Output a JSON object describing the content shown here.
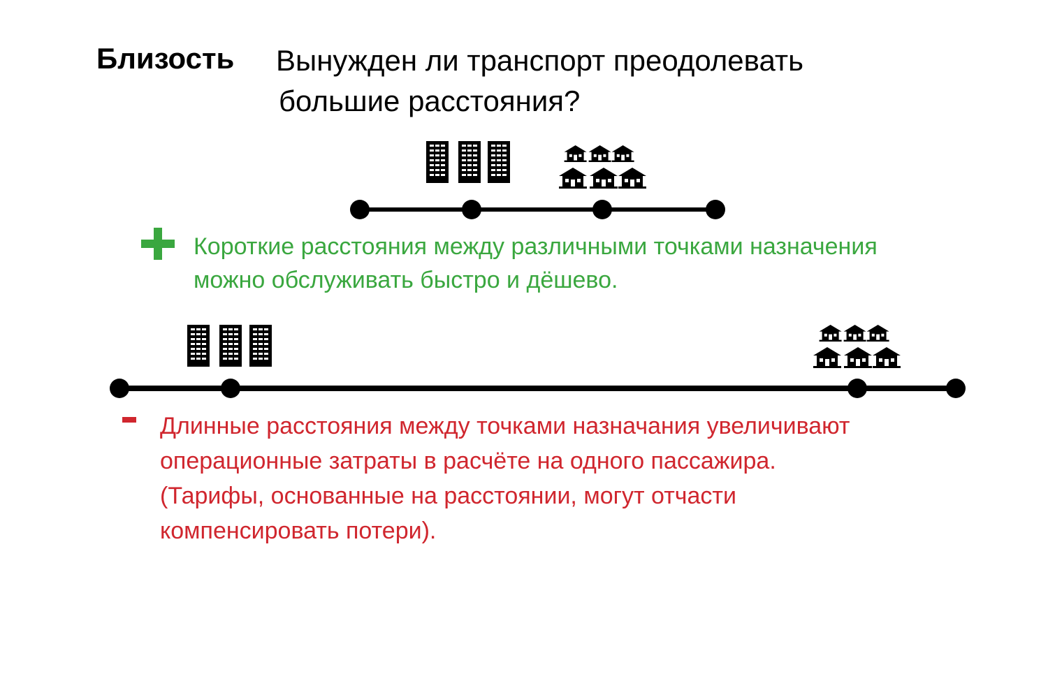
{
  "heading": {
    "label": "Близость",
    "question_line1": "Вынужден ли транспорт преодолевать",
    "question_line2": "большие расстояния?"
  },
  "pro": {
    "sign": "+",
    "line1": "Короткие расстояния между различными точками назначения",
    "line2": "можно обслуживать быстро и дёшево.",
    "color": "#3aa73f"
  },
  "con": {
    "sign": "-",
    "line1": "Длинные расстояния между точками назначания увеличивают",
    "line2": "операционные затраты в расчёте на одного пассажира.",
    "line3": "(Тарифы, основанные на расстоянии, могут отчасти",
    "line4": "компенсировать потери).",
    "color": "#d0262e"
  },
  "icons": {
    "apartment": "apartment-building-icon",
    "house": "house-icon"
  }
}
